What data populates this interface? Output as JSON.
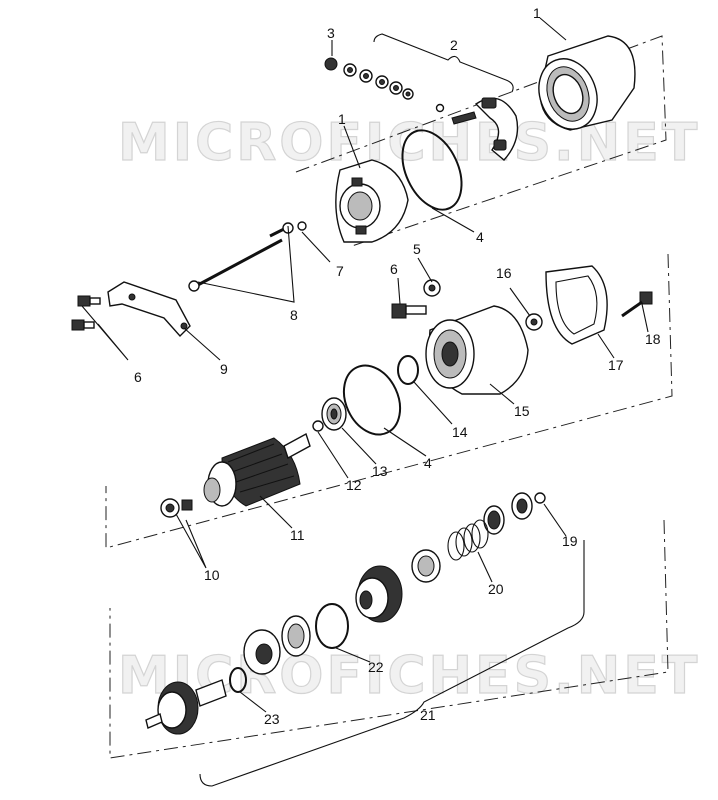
{
  "watermark": {
    "top": "MICROFICHES.NET",
    "bottom": "MICROFICHES.NET"
  },
  "callouts": [
    {
      "key": "c1a",
      "text": "1"
    },
    {
      "key": "c2",
      "text": "2"
    },
    {
      "key": "c3",
      "text": "3"
    },
    {
      "key": "c1b",
      "text": "1"
    },
    {
      "key": "c4a",
      "text": "4"
    },
    {
      "key": "c5",
      "text": "5"
    },
    {
      "key": "c6a",
      "text": "6"
    },
    {
      "key": "c7",
      "text": "7"
    },
    {
      "key": "c8",
      "text": "8"
    },
    {
      "key": "c9",
      "text": "9"
    },
    {
      "key": "c6b",
      "text": "6"
    },
    {
      "key": "c16",
      "text": "16"
    },
    {
      "key": "c17",
      "text": "17"
    },
    {
      "key": "c18",
      "text": "18"
    },
    {
      "key": "c15",
      "text": "15"
    },
    {
      "key": "c14",
      "text": "14"
    },
    {
      "key": "c4b",
      "text": "4"
    },
    {
      "key": "c13",
      "text": "13"
    },
    {
      "key": "c12",
      "text": "12"
    },
    {
      "key": "c11",
      "text": "11"
    },
    {
      "key": "c10",
      "text": "10"
    },
    {
      "key": "c19",
      "text": "19"
    },
    {
      "key": "c20",
      "text": "20"
    },
    {
      "key": "c22",
      "text": "22"
    },
    {
      "key": "c23",
      "text": "23"
    },
    {
      "key": "c21",
      "text": "21"
    }
  ]
}
